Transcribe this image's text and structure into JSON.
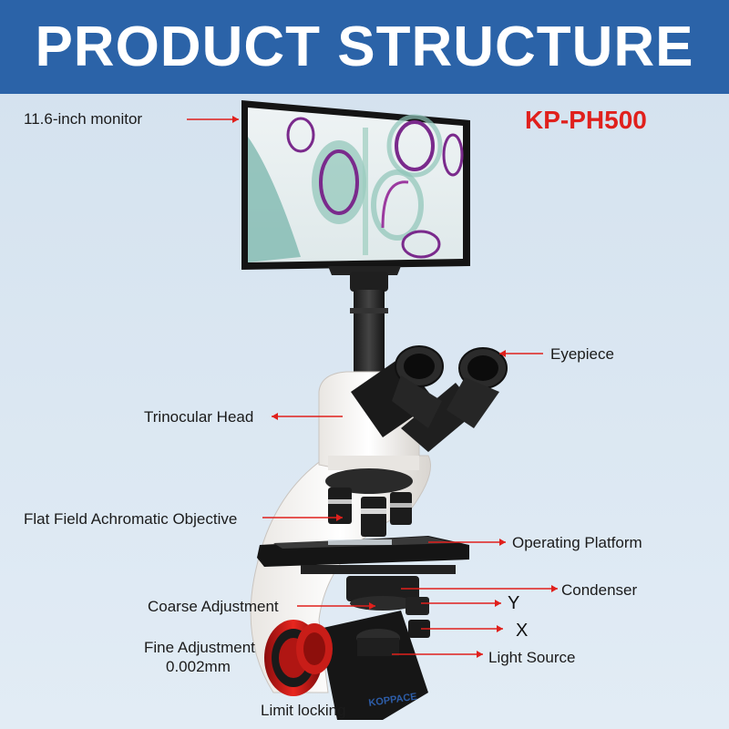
{
  "header": {
    "title": "PRODUCT STRUCTURE"
  },
  "product": {
    "model": "KP-PH500"
  },
  "labels": {
    "monitor": "11.6-inch monitor",
    "eyepiece": "Eyepiece",
    "trinocular_head": "Trinocular Head",
    "objective": "Flat Field Achromatic Objective",
    "operating_platform": "Operating Platform",
    "condenser": "Condenser",
    "coarse_adjustment": "Coarse Adjustment",
    "y_axis": "Y",
    "x_axis": "X",
    "fine_adjustment": "Fine Adjustment",
    "fine_value": "0.002mm",
    "light_source": "Light Source",
    "limit_locking": "Limit locking",
    "brand": "KOPPACE"
  },
  "colors": {
    "banner": "#2b63a8",
    "model": "#e0201c",
    "arrow": "#e0201c",
    "background": "#d9e5f0"
  }
}
